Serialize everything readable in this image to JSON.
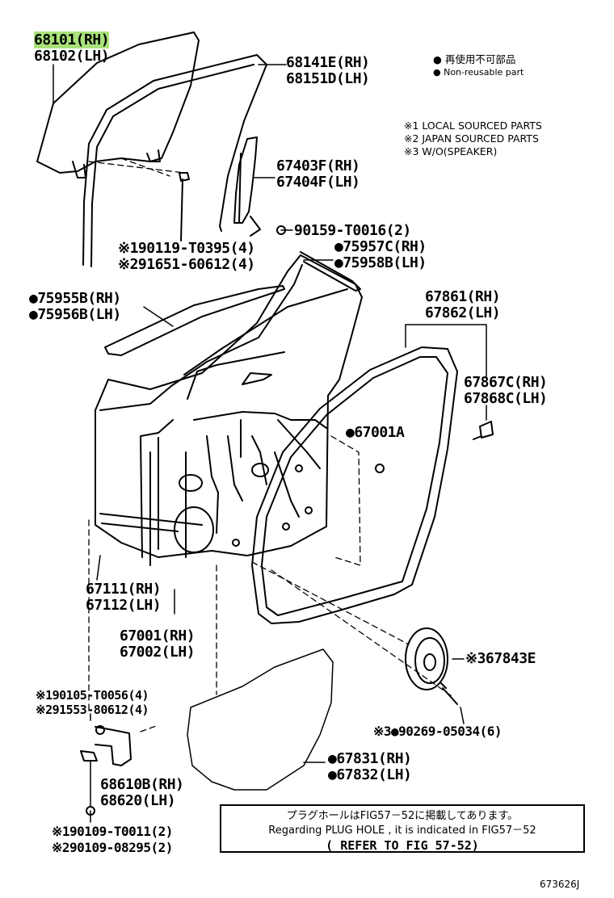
{
  "legend": {
    "nonreusable_jp": "● 再使用不可部品",
    "nonreusable_en": "● Non-reusable part",
    "notes": [
      "※1 LOCAL SOURCED PARTS",
      "※2 JAPAN SOURCED PARTS",
      "※3 W/O(SPEAKER)"
    ]
  },
  "parts": {
    "glass": {
      "rh": "68101(RH)",
      "lh": "68102(LH)"
    },
    "run_channel": {
      "rh": "68141E(RH)",
      "lh": "68151D(LH)"
    },
    "sash": {
      "rh": "67403F(RH)",
      "lh": "67404F(LH)"
    },
    "screw_90159": "90159-T0016(2)",
    "bolt_upper": {
      "a": "※190119-T0395(4)",
      "b": "※291651-60612(4)"
    },
    "frame_mold": {
      "rh": "●75957C(RH)",
      "lh": "●75958B(LH)"
    },
    "belt_mold": {
      "rh": "●75955B(RH)",
      "lh": "●75956B(LH)"
    },
    "weatherstrip": {
      "rh": "67861(RH)",
      "lh": "67862(LH)"
    },
    "clip_67867": {
      "rh": "67867C(RH)",
      "lh": "67868C(LH)"
    },
    "clip_67001A": "●67001A",
    "door_panel_outer": {
      "rh": "67111(RH)",
      "lh": "67112(LH)"
    },
    "door_panel": {
      "rh": "67001(RH)",
      "lh": "67002(LH)"
    },
    "speaker_cover": "※367843E",
    "speaker_screw": "※3●90269-05034(6)",
    "hinge_bolt": {
      "a": "※190105-T0056(4)",
      "b": "※291553-80612(4)"
    },
    "hinge": {
      "rh": "68610B(RH)",
      "lh": "68620(LH)"
    },
    "hinge_bolt_lower": {
      "a": "※190109-T0011(2)",
      "b": "※290109-08295(2)"
    },
    "service_hole_cover": {
      "rh": "●67831(RH)",
      "lh": "●67832(LH)"
    }
  },
  "note_box": {
    "jp": "プラグホールはFIG57－52に掲載してあります。",
    "en": "Regarding  PLUG  HOLE , it  is  indicated  in  FIG57－52",
    "ref": "( REFER TO FIG 57-52)"
  },
  "figure_code": "673626J"
}
